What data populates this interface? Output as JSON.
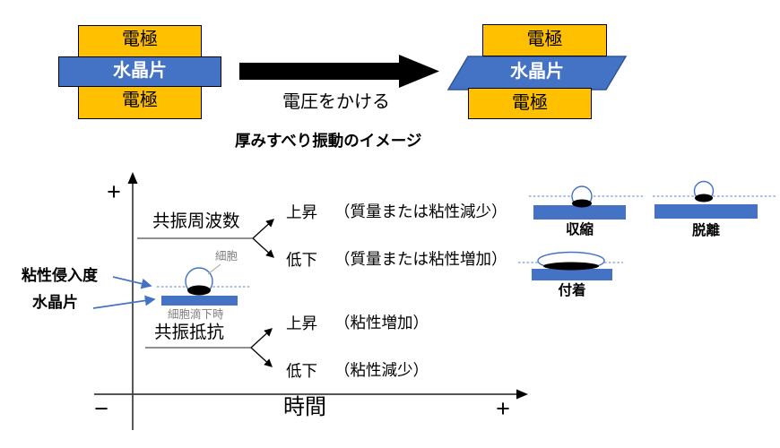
{
  "top": {
    "left_stack": {
      "electrode_top": "電極",
      "crystal": "水晶片",
      "electrode_bottom": "電極"
    },
    "voltage_label": "電圧をかける",
    "right_stack": {
      "electrode_top": "電極",
      "crystal": "水晶片",
      "electrode_bottom": "電極"
    },
    "caption": "厚みすべり振動のイメージ"
  },
  "graph": {
    "y_plus": "+",
    "x_minus": "−",
    "x_label": "時間",
    "x_plus": "+",
    "frequency": {
      "label": "共振周波数",
      "up_label": "上昇",
      "up_detail": "（質量または粘性減少）",
      "down_label": "低下",
      "down_detail": "（質量または粘性増加）"
    },
    "resistance": {
      "label": "共振抵抗",
      "up_label": "上昇",
      "up_detail": "（粘性増加）",
      "down_label": "低下",
      "down_detail": "（粘性減少）"
    },
    "inset": {
      "cell": "細胞",
      "caption": "細胞滴下時",
      "penetration": "粘性侵入度",
      "crystal": "水晶片"
    }
  },
  "states": {
    "shrink": "収縮",
    "detach": "脱離",
    "adhere": "付着"
  },
  "colors": {
    "electrode_yellow": "#FFC000",
    "crystal_blue": "#4472C4",
    "dotted_blue": "#8FAADC",
    "gray_text": "#808080"
  }
}
